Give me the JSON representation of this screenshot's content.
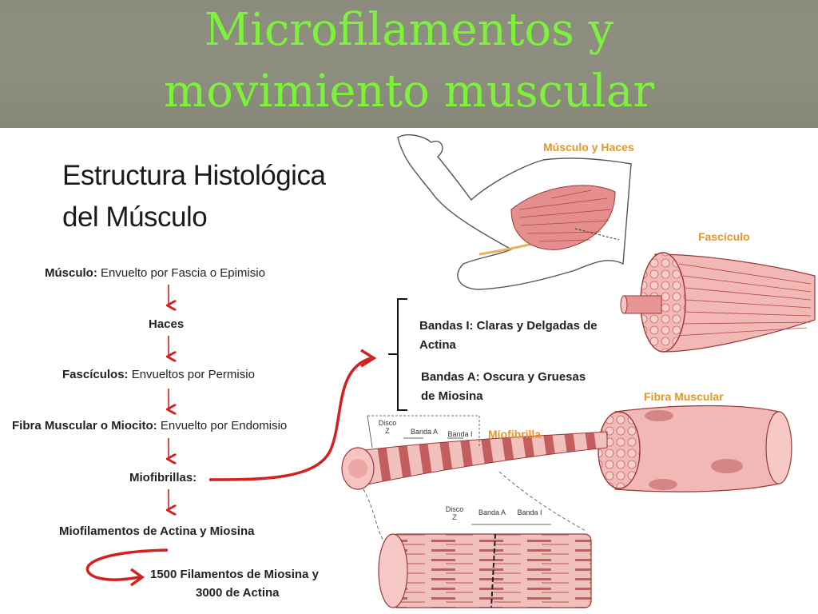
{
  "header": {
    "title_line1": "Microfilamentos y",
    "title_line2": "movimiento muscular"
  },
  "diagram": {
    "heading_line1": "Estructura Histológica",
    "heading_line2": "del Músculo",
    "flow": {
      "musculo_term": "Músculo:",
      "musculo_desc": " Envuelto por Fascia o Epimisio",
      "haces": "Haces",
      "fasciculos_term": "Fascículos:",
      "fasciculos_desc": " Envueltos por Permisio",
      "fibra_term": "Fibra Muscular o Miocito:",
      "fibra_desc": " Envuelto por Endomisio",
      "miofibrillas": "Miofibrillas:",
      "miofilamentos": "Miofilamentos de Actina y Miosina",
      "filamentos_line1": "1500 Filamentos de Miosina y",
      "filamentos_line2": "3000 de Actina"
    },
    "bands": {
      "i_line1": "Bandas I: Claras y Delgadas de",
      "i_line2": "Actina",
      "a_line1": "Bandas A: Oscura y Gruesas",
      "a_line2": "de Miosina"
    },
    "labels": {
      "musculo_haces": "Músculo y Haces",
      "fasciculo": "Fascículo",
      "fibra_muscular": "Fibra Muscular",
      "miofibrilla": "Miofibrilla",
      "disco_z": "Disco Z",
      "banda_a": "Banda A",
      "banda_i": "Banda I",
      "disco_z2": "Disco Z",
      "banda_a2": "Banda A",
      "banda_i2": "Banda I"
    }
  },
  "colors": {
    "title_green": "#7cf23a",
    "arrow_red": "#d61f1f",
    "label_orange": "#e8962a",
    "muscle_pink": "#e8a0a0",
    "muscle_dark": "#b34b4b"
  },
  "icons": [
    "arm-muscle-illustration",
    "fascicle-illustration",
    "muscle-fiber-illustration",
    "myofibril-illustration",
    "sarcomere-illustration"
  ]
}
